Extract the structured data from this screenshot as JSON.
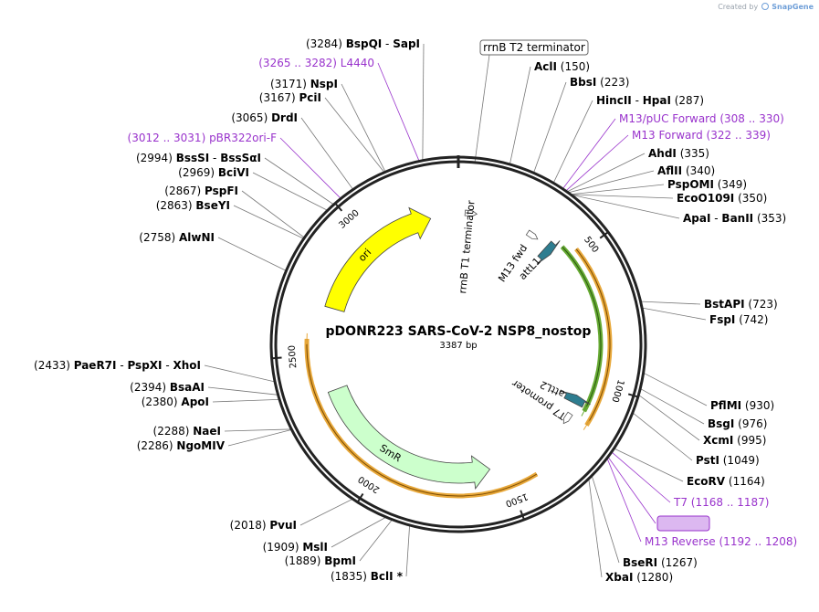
{
  "credit": {
    "created_by": "Created by",
    "brand": "SnapGene"
  },
  "plasmid": {
    "name": "pDONR223 SARS-CoV-2 NSP8_nostop",
    "size_label": "3387 bp",
    "length": 3387
  },
  "colors": {
    "purple": "#9933cc",
    "ori": "#ffff00",
    "smr": "#ccffcc",
    "att": "#2e7d90",
    "orange": "#e8a83a",
    "green": "#66aa33"
  },
  "ticks": [
    {
      "label": "500",
      "bp": 500
    },
    {
      "label": "1000",
      "bp": 1000
    },
    {
      "label": "1500",
      "bp": 1500
    },
    {
      "label": "2000",
      "bp": 2000
    },
    {
      "label": "2500",
      "bp": 2500
    },
    {
      "label": "3000",
      "bp": 3000
    }
  ],
  "arcs": [
    {
      "id": "arc-green",
      "start": 440,
      "end": 1110,
      "color": "green",
      "band": "inner"
    },
    {
      "id": "arc-orange-right",
      "start": 480,
      "end": 1150,
      "color": "orange",
      "band": "outer"
    },
    {
      "id": "arc-orange-bottom",
      "start": 1400,
      "end": 2560,
      "color": "orange",
      "band": "outer"
    }
  ],
  "features": [
    {
      "name": "ori",
      "start": 2690,
      "end": 3270,
      "direction": "cw",
      "color": "ori",
      "label": "ori"
    },
    {
      "name": "SmR",
      "start": 1560,
      "end": 2350,
      "direction": "ccw",
      "color": "smr",
      "label": "SmR"
    },
    {
      "name": "attL1",
      "start": 395,
      "end": 430,
      "direction": "cw",
      "color": "att",
      "label": "attL1"
    },
    {
      "name": "attL2",
      "start": 1065,
      "end": 1100,
      "direction": "ccw",
      "color": "att",
      "label": "attL2"
    }
  ],
  "small_features": [
    {
      "name": "rrnB T1 terminator",
      "bp": 50,
      "label": "rrnB T1 terminator"
    },
    {
      "name": "M13 fwd",
      "bp": 322,
      "label": "M13 fwd"
    },
    {
      "name": "T7 promoter",
      "bp": 1168,
      "label": "T7 promoter"
    }
  ],
  "enzymes": [
    {
      "name": "BspQI",
      "name2": "SapI",
      "pos": "(3284)",
      "side": "left",
      "bp": 3284
    },
    {
      "name": "L4440",
      "pos": "(3265 .. 3282)",
      "side": "left",
      "type": "feature",
      "bp": 3273
    },
    {
      "name": "NspI",
      "pos": "(3171)",
      "side": "left",
      "bp": 3171
    },
    {
      "name": "PciI",
      "pos": "(3167)",
      "side": "left",
      "bp": 3167
    },
    {
      "name": "DrdI",
      "pos": "(3065)",
      "side": "left",
      "bp": 3065
    },
    {
      "name": "pBR322ori-F",
      "pos": "(3012 .. 3031)",
      "side": "left",
      "type": "feature",
      "bp": 3021
    },
    {
      "name": "BssSI",
      "name2": "BssSαI",
      "pos": "(2994)",
      "side": "left",
      "bp": 2994
    },
    {
      "name": "BciVI",
      "pos": "(2969)",
      "side": "left",
      "bp": 2969
    },
    {
      "name": "PspFI",
      "pos": "(2867)",
      "side": "left",
      "bp": 2867
    },
    {
      "name": "BseYI",
      "pos": "(2863)",
      "side": "left",
      "bp": 2863
    },
    {
      "name": "AlwNI",
      "pos": "(2758)",
      "side": "left",
      "bp": 2758
    },
    {
      "name": "PaeR7I",
      "name2": "PspXI",
      "name3": "XhoI",
      "pos": "(2433)",
      "side": "left",
      "bp": 2433
    },
    {
      "name": "BsaAI",
      "pos": "(2394)",
      "side": "left",
      "bp": 2394
    },
    {
      "name": "ApoI",
      "pos": "(2380)",
      "side": "left",
      "bp": 2380
    },
    {
      "name": "NaeI",
      "pos": "(2288)",
      "side": "left",
      "bp": 2288
    },
    {
      "name": "NgoMIV",
      "pos": "(2286)",
      "side": "left",
      "bp": 2286
    },
    {
      "name": "PvuI",
      "pos": "(2018)",
      "side": "left",
      "bp": 2018
    },
    {
      "name": "MslI",
      "pos": "(1909)",
      "side": "left",
      "bp": 1909
    },
    {
      "name": "BpmI",
      "pos": "(1889)",
      "side": "left",
      "bp": 1889
    },
    {
      "name": "BclI *",
      "pos": "(1835)",
      "side": "left",
      "bp": 1835
    },
    {
      "name": "rrnB T2 terminator",
      "side": "box",
      "type": "boxed",
      "bp": 0
    },
    {
      "name": "AclI",
      "pos": "(150)",
      "side": "right",
      "bp": 150
    },
    {
      "name": "BbsI",
      "pos": "(223)",
      "side": "right",
      "bp": 223
    },
    {
      "name": "HincII",
      "name2": "HpaI",
      "pos": "(287)",
      "side": "right",
      "bp": 287
    },
    {
      "name": "M13/pUC Forward",
      "pos": "(308 .. 330)",
      "side": "right",
      "type": "feature",
      "bp": 319
    },
    {
      "name": "M13 Forward",
      "pos": "(322 .. 339)",
      "side": "right",
      "type": "feature",
      "bp": 330
    },
    {
      "name": "AhdI",
      "pos": "(335)",
      "side": "right",
      "bp": 335
    },
    {
      "name": "AflII",
      "pos": "(340)",
      "side": "right",
      "bp": 340
    },
    {
      "name": "PspOMI",
      "pos": "(349)",
      "side": "right",
      "bp": 349
    },
    {
      "name": "EcoO109I",
      "pos": "(350)",
      "side": "right",
      "bp": 350
    },
    {
      "name": "ApaI",
      "name2": "BanII",
      "pos": "(353)",
      "side": "right",
      "bp": 353
    },
    {
      "name": "BstAPI",
      "pos": "(723)",
      "side": "right",
      "bp": 723
    },
    {
      "name": "FspI",
      "pos": "(742)",
      "side": "right",
      "bp": 742
    },
    {
      "name": "PflMI",
      "pos": "(930)",
      "side": "right",
      "bp": 930
    },
    {
      "name": "BsgI",
      "pos": "(976)",
      "side": "right",
      "bp": 976
    },
    {
      "name": "XcmI",
      "pos": "(995)",
      "side": "right",
      "bp": 995
    },
    {
      "name": "PstI",
      "pos": "(1049)",
      "side": "right",
      "bp": 1049
    },
    {
      "name": "EcoRV",
      "pos": "(1164)",
      "side": "right",
      "bp": 1164
    },
    {
      "name": "T7",
      "pos": "(1168 .. 1187)",
      "side": "right",
      "type": "feature",
      "bp": 1177
    },
    {
      "name": "M13 rev",
      "side": "right",
      "type": "highlight",
      "bp": 1195
    },
    {
      "name": "M13 Reverse",
      "pos": "(1192 .. 1208)",
      "side": "right",
      "type": "feature",
      "bp": 1200
    },
    {
      "name": "BseRI",
      "pos": "(1267)",
      "side": "right",
      "bp": 1267
    },
    {
      "name": "XbaI",
      "pos": "(1280)",
      "side": "right",
      "bp": 1280
    }
  ]
}
